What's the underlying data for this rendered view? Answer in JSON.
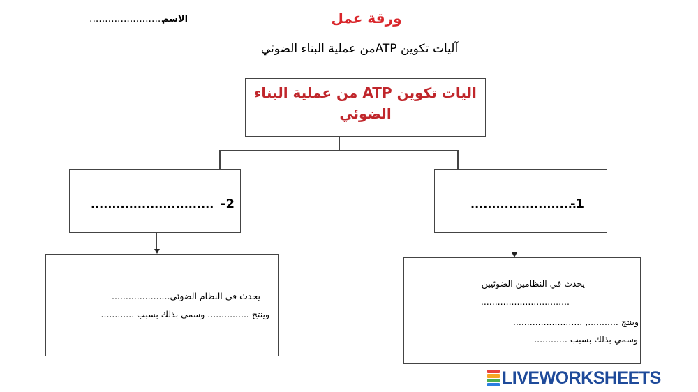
{
  "header": {
    "title": "ورقة عمل",
    "name_label": "الاسم",
    "name_dots": "........................",
    "subtitle": "آليات تكوين ATPمن عملية البناء الضوئي"
  },
  "top_box": {
    "line1": "اليات تكوين ATP من عملية البناء",
    "line2": "الضوئي"
  },
  "left_branch": {
    "number": "-2",
    "dots": ".............................",
    "line1": "يحدث في النظام الضوئي.....................",
    "line2": "وينتج ............... وسمي بذلك بسبب ............"
  },
  "right_branch": {
    "number": "-1",
    "dots": ".........................",
    "line1": "يحدث في النظامين الضوئيين",
    "line2": "................................",
    "line3": "وينتج ..........., .........................",
    "line4": "وسمي بذلك بسبب ............"
  },
  "brand": {
    "text": "LIVEWORKSHEETS",
    "colors": [
      "#e8413c",
      "#f6a623",
      "#4caf50",
      "#2a7de1"
    ]
  }
}
